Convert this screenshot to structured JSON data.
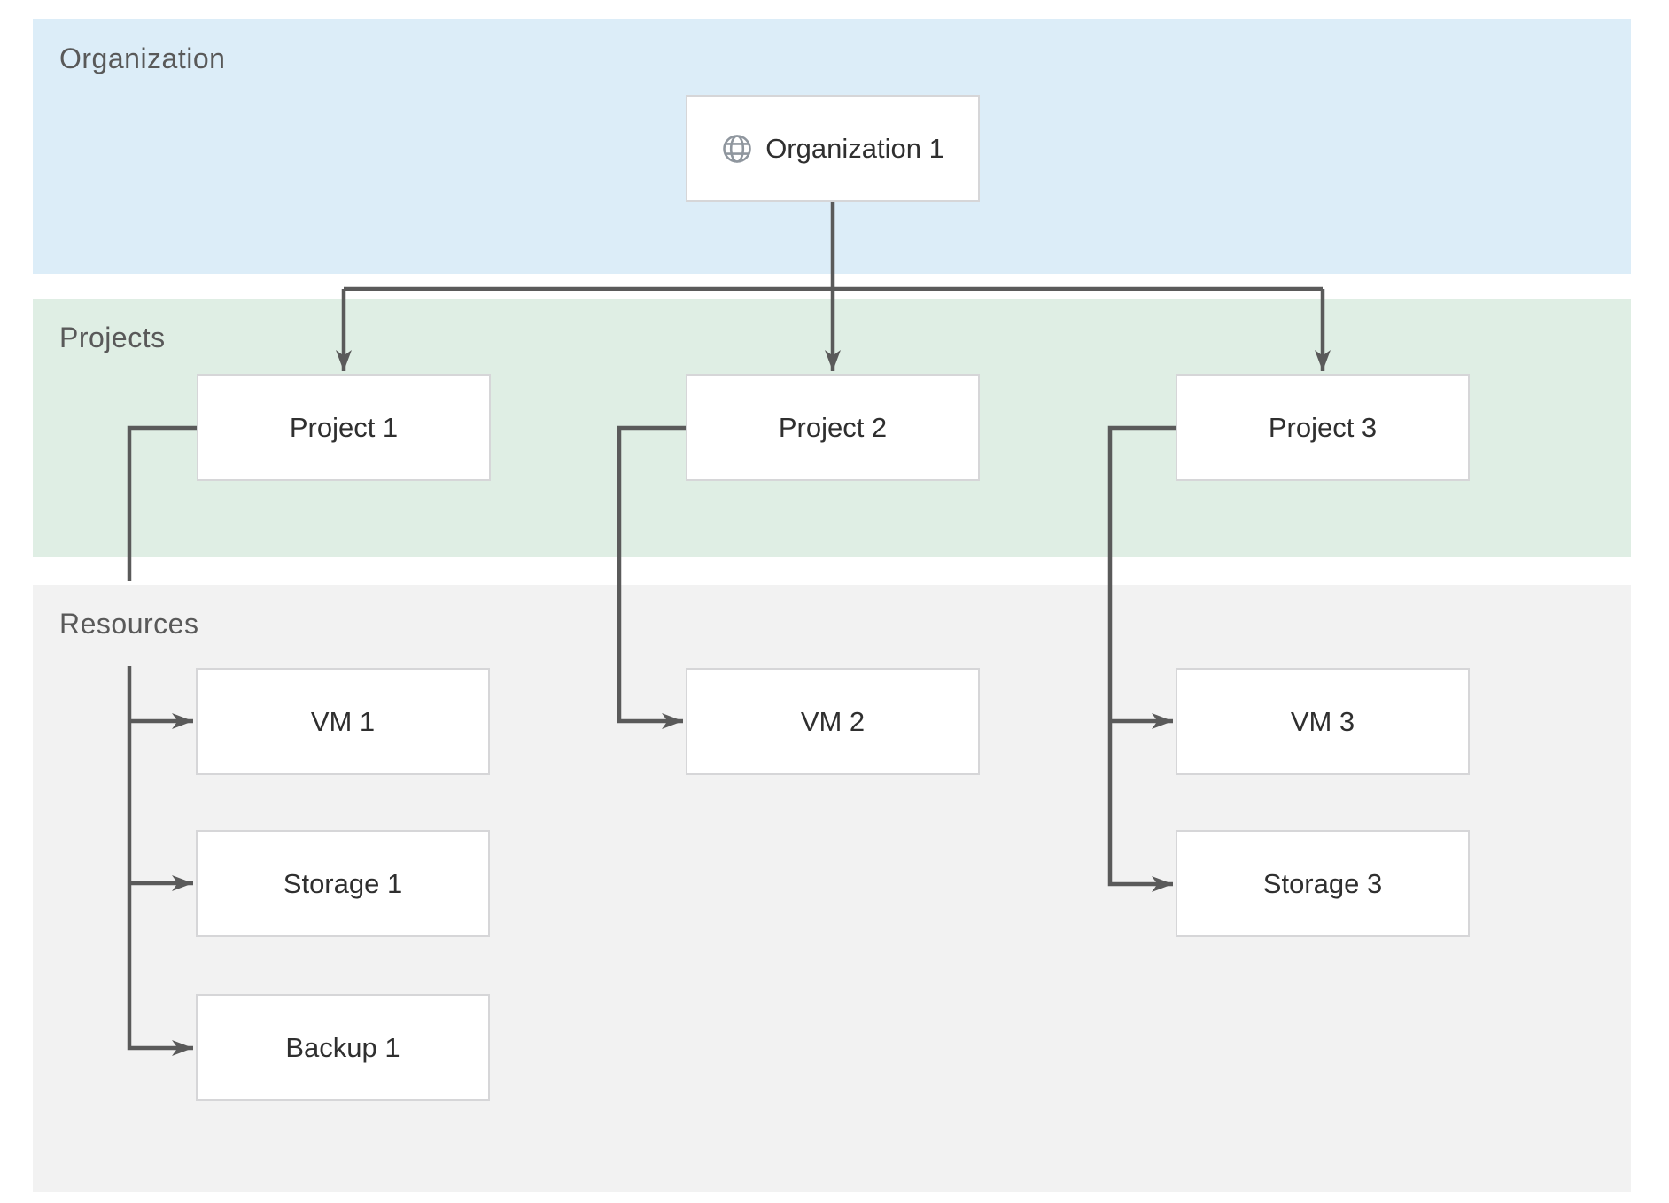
{
  "bands": {
    "organization": {
      "label": "Organization"
    },
    "projects": {
      "label": "Projects"
    },
    "resources": {
      "label": "Resources"
    }
  },
  "nodes": {
    "org1": {
      "label": "Organization 1",
      "icon": "globe-icon",
      "band": "organization"
    },
    "project1": {
      "label": "Project 1",
      "band": "projects"
    },
    "project2": {
      "label": "Project 2",
      "band": "projects"
    },
    "project3": {
      "label": "Project 3",
      "band": "projects"
    },
    "vm1": {
      "label": "VM 1",
      "band": "resources"
    },
    "storage1": {
      "label": "Storage 1",
      "band": "resources"
    },
    "backup1": {
      "label": "Backup 1",
      "band": "resources"
    },
    "vm2": {
      "label": "VM 2",
      "band": "resources"
    },
    "vm3": {
      "label": "VM 3",
      "band": "resources"
    },
    "storage3": {
      "label": "Storage 3",
      "band": "resources"
    }
  },
  "edges": [
    {
      "from": "Organization 1",
      "to": "Project 1"
    },
    {
      "from": "Organization 1",
      "to": "Project 2"
    },
    {
      "from": "Organization 1",
      "to": "Project 3"
    },
    {
      "from": "Project 1",
      "to": "VM 1"
    },
    {
      "from": "Project 1",
      "to": "Storage 1"
    },
    {
      "from": "Project 1",
      "to": "Backup 1"
    },
    {
      "from": "Project 2",
      "to": "VM 2"
    },
    {
      "from": "Project 3",
      "to": "VM 3"
    },
    {
      "from": "Project 3",
      "to": "Storage 3"
    }
  ],
  "colors": {
    "organization_band": "#dcedf8",
    "projects_band": "#dfeee4",
    "resources_band": "#f2f2f2",
    "connector": "#5a5a5a",
    "node_border": "#d6d6d8",
    "node_fill": "#ffffff",
    "node_text": "#2f2f2f",
    "band_label_text": "#595959",
    "globe_icon": "#8f969e"
  }
}
